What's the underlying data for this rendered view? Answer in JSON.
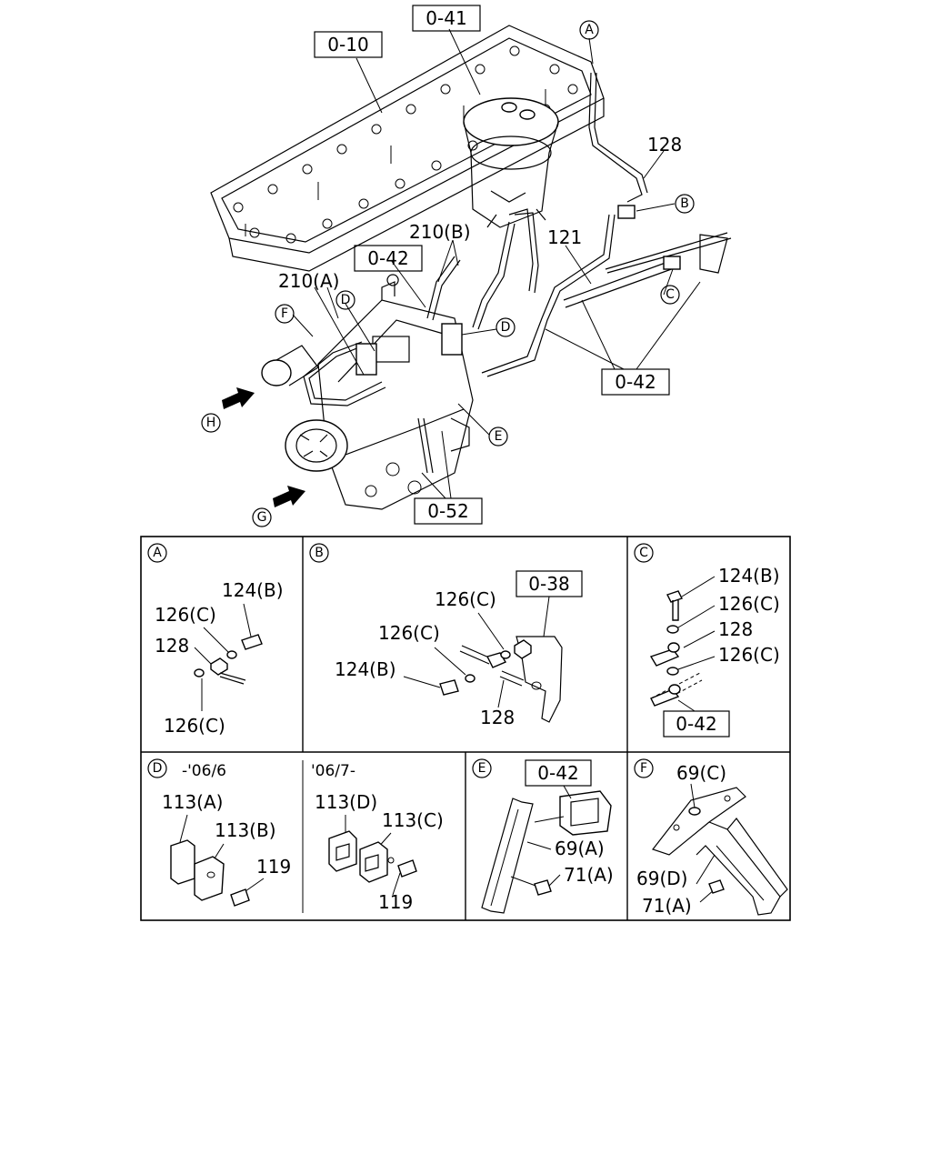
{
  "main": {
    "refs": {
      "r010": "0-10",
      "r041": "0-41",
      "r042a": "0-42",
      "r042b": "0-42",
      "r052": "0-52"
    },
    "parts": {
      "p128": "128",
      "p121": "121",
      "p210a": "210(A)",
      "p210b": "210(B)"
    },
    "callouts": {
      "A": "A",
      "B": "B",
      "C": "C",
      "D1": "D",
      "D2": "D",
      "E": "E",
      "F": "F",
      "G": "G",
      "H": "H"
    }
  },
  "panels": {
    "A": {
      "letter": "A",
      "labels": [
        "124(B)",
        "126(C)",
        "128",
        "126(C)"
      ]
    },
    "B": {
      "letter": "B",
      "ref": "0-38",
      "labels": [
        "126(C)",
        "126(C)",
        "124(B)",
        "128"
      ]
    },
    "C": {
      "letter": "C",
      "ref": "0-42",
      "labels": [
        "124(B)",
        "126(C)",
        "128",
        "126(C)"
      ]
    },
    "D": {
      "letter": "D",
      "left_title": "-'06/6",
      "right_title": "'06/7-",
      "left_labels": [
        "113(A)",
        "113(B)",
        "119"
      ],
      "right_labels": [
        "113(D)",
        "113(C)",
        "119"
      ]
    },
    "E": {
      "letter": "E",
      "ref": "0-42",
      "labels": [
        "69(A)",
        "71(A)"
      ]
    },
    "F": {
      "letter": "F",
      "labels": [
        "69(C)",
        "69(D)",
        "71(A)"
      ]
    }
  }
}
